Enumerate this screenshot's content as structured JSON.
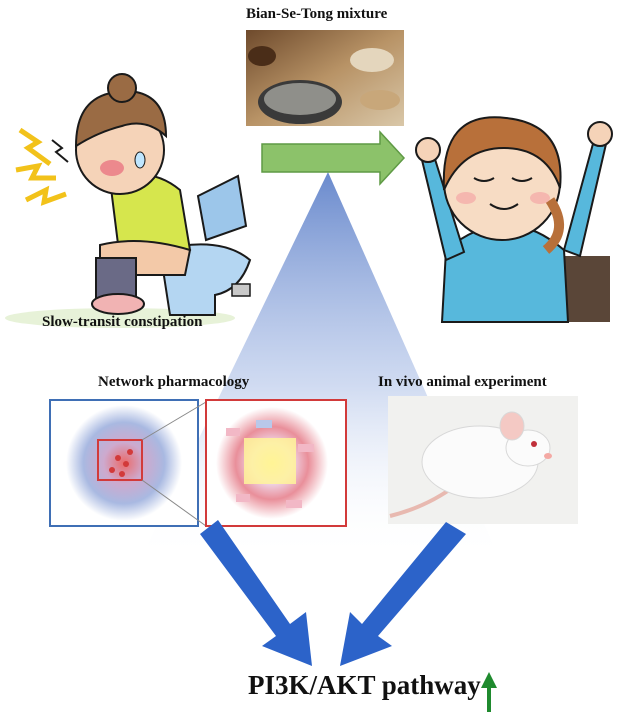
{
  "labels": {
    "mixture": "Bian-Se-Tong mixture",
    "constipation": "Slow-transit constipation",
    "network": "Network pharmacology",
    "animal": "In vivo animal experiment",
    "pathway": "PI3K/AKT pathway"
  },
  "colors": {
    "green_arrow": "#8cc26a",
    "blue_arrow": "#2c63c9",
    "triangle": "#8fa7d9",
    "up_arrow": "#1f8a2e",
    "network_blue_frame": "#3f6fb5",
    "network_red_frame": "#d23a3a"
  },
  "icons": {
    "pathway_indicator": "upward-arrow-icon",
    "process_arrow": "right-arrow-icon"
  }
}
